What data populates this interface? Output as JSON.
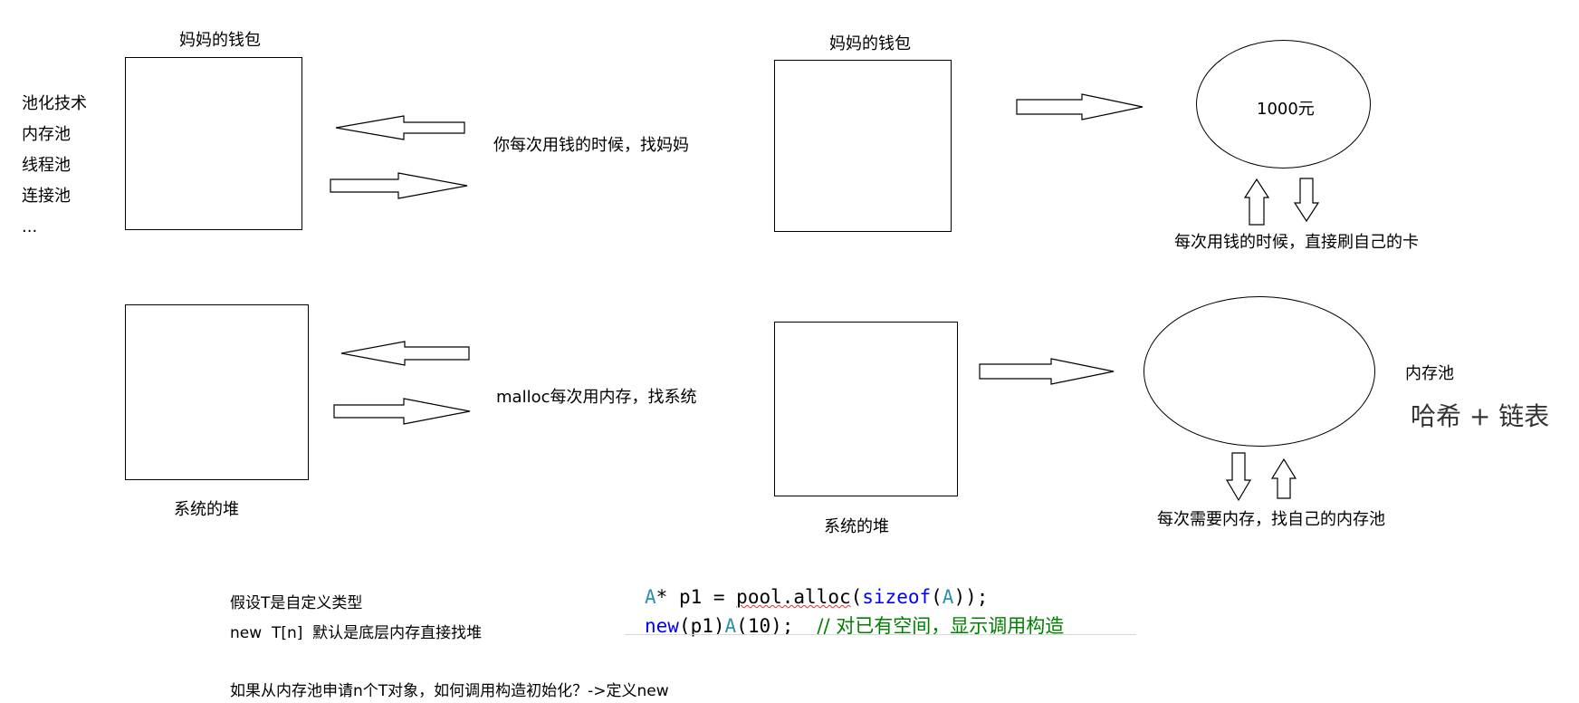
{
  "left_list": [
    "池化技术",
    "内存池",
    "线程池",
    "连接池",
    "..."
  ],
  "top_left": {
    "title": "妈妈的钱包",
    "caption": "你每次用钱的时候，找妈妈"
  },
  "bottom_left": {
    "title": "系统的堆",
    "caption": "malloc每次用内存，找系统"
  },
  "top_right": {
    "title": "妈妈的钱包",
    "ellipse_text": "1000元",
    "caption": "每次用钱的时候，直接刷自己的卡"
  },
  "bottom_right": {
    "title": "系统的堆",
    "label": "内存池",
    "formula": "哈希 + 链表",
    "caption": "每次需要内存，找自己的内存池"
  },
  "notes": {
    "line1": "假设T是自定义类型",
    "line2": "new  T[n]  默认是底层内存直接找堆",
    "line3": "如果从内存池申请n个T对象，如何调用构造初始化？->定义new"
  },
  "code": {
    "line1": {
      "type": "A",
      "rest1": "* p1 = ",
      "pool_alloc": "pool.alloc",
      "paren_open": "(",
      "sizeof": "sizeof",
      "paren2": "(",
      "arg": "A",
      "close": "));"
    },
    "line2": {
      "new_kw": "new",
      "p1": "(p1)",
      "ctor": "A",
      "args": "(10);",
      "comment": "// 对已有空间，显示调用构造"
    }
  }
}
